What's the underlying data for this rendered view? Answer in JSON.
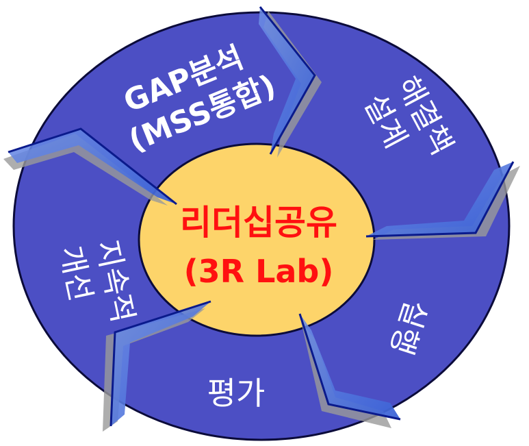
{
  "diagram": {
    "center": {
      "line1": "리더십공유",
      "line2": "(3R Lab)"
    },
    "segments": {
      "gap_line1": "GAP분석",
      "gap_line2": "(MSS통합)",
      "solution_line1": "해결책",
      "solution_line2": "설계",
      "execute": "실행",
      "evaluate": "평가",
      "improve_line1": "지속적",
      "improve_line2": "개선"
    },
    "colors": {
      "outer_ring": "#4c4fc4",
      "outer_stroke": "#0b0b3a",
      "center_fill": "#fdd46a",
      "center_stroke": "#0b0b3a",
      "center_text": "#ff1010",
      "arrow_fill": "#4e73d9",
      "arrow_outline": "#9a9a9a",
      "arrow_edge": "#0a1a8c"
    }
  }
}
